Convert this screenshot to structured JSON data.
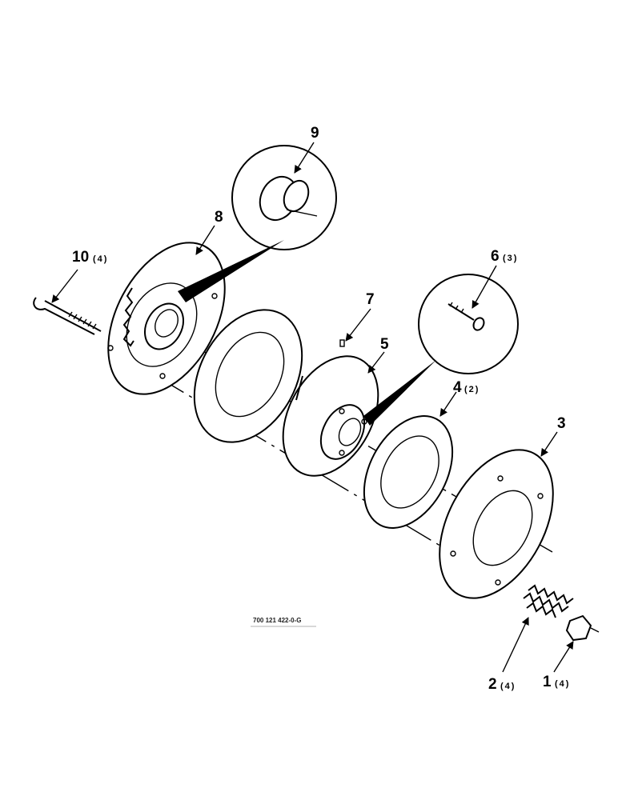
{
  "diagram_code": "700 121 422-0-G",
  "callouts": [
    {
      "id": "callout-1",
      "number": "1",
      "qty": "(4)"
    },
    {
      "id": "callout-2",
      "number": "2",
      "qty": "(4)"
    },
    {
      "id": "callout-3",
      "number": "3",
      "qty": ""
    },
    {
      "id": "callout-4",
      "number": "4",
      "qty": "(2)"
    },
    {
      "id": "callout-5",
      "number": "5",
      "qty": ""
    },
    {
      "id": "callout-6",
      "number": "6",
      "qty": "(3)"
    },
    {
      "id": "callout-7",
      "number": "7",
      "qty": ""
    },
    {
      "id": "callout-8",
      "number": "8",
      "qty": ""
    },
    {
      "id": "callout-9",
      "number": "9",
      "qty": ""
    },
    {
      "id": "callout-10",
      "number": "10",
      "qty": "(4)"
    }
  ]
}
